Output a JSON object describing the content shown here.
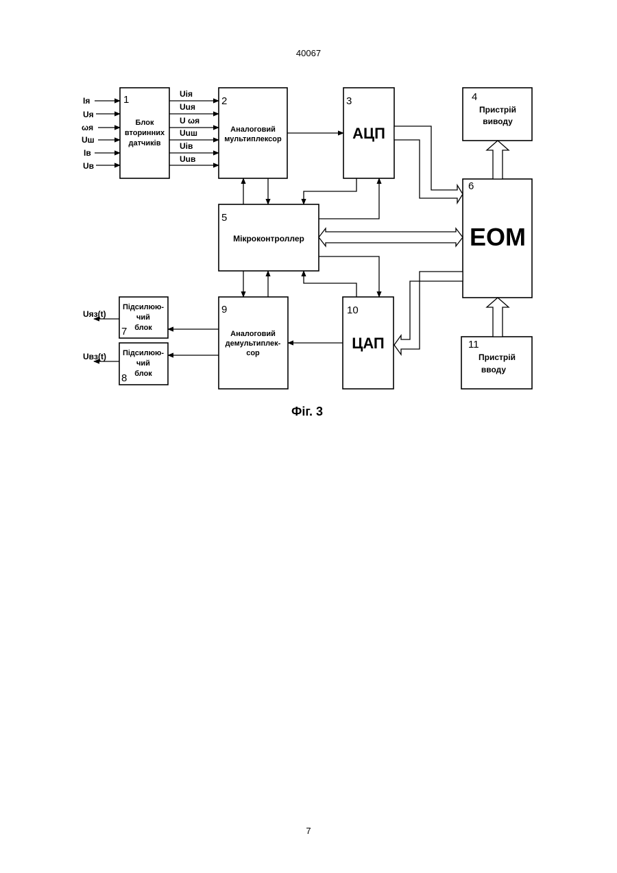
{
  "header": {
    "page_code": "40067"
  },
  "footer": {
    "page_number": "7"
  },
  "figure": {
    "caption": "Фіг. 3"
  },
  "blocks": {
    "b1": {
      "num": "1",
      "lines": [
        "Блок",
        "вторинних",
        "датчиків"
      ]
    },
    "b2": {
      "num": "2",
      "lines": [
        "Аналоговий",
        "мультиплексор"
      ]
    },
    "b3": {
      "num": "3",
      "title": "АЦП"
    },
    "b4": {
      "num": "4",
      "lines": [
        "Пристрій",
        "виводу"
      ]
    },
    "b5": {
      "num": "5",
      "title": "Мікроконтроллер"
    },
    "b6": {
      "num": "6",
      "title": "ЕОМ"
    },
    "b7": {
      "num": "7",
      "lines": [
        "Підсилюю-",
        "чий",
        "блок"
      ]
    },
    "b8": {
      "num": "8",
      "lines": [
        "Підсилюю-",
        "чий",
        "блок"
      ]
    },
    "b9": {
      "num": "9",
      "lines": [
        "Аналоговий",
        "демультиплек-",
        "сор"
      ]
    },
    "b10": {
      "num": "10",
      "title": "ЦАП"
    },
    "b11": {
      "num": "11",
      "lines": [
        "Пристрій",
        "вводу"
      ]
    }
  },
  "inputs": [
    "Iя",
    "Uя",
    "ωя",
    "Uш",
    "Iв",
    "Uв"
  ],
  "sensor_outputs": [
    "Uiя",
    "Uuя",
    "U ωя",
    "Uuш",
    "Uiв",
    "Uuв"
  ],
  "outputs": {
    "top": "Uяз(t)",
    "bottom": "Uвз(t)"
  }
}
